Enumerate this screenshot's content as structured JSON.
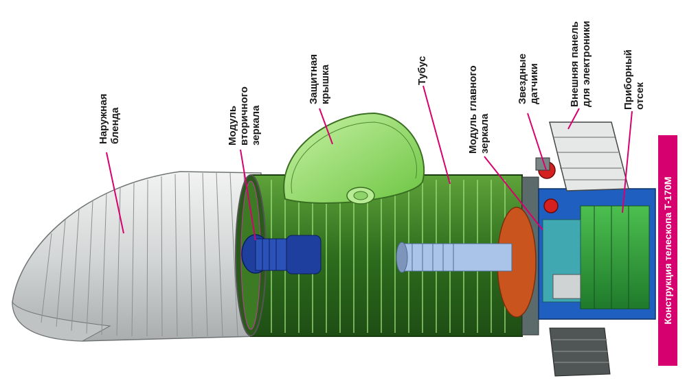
{
  "title": "Конструкция телескопа Т-170М",
  "labels": {
    "outer_hood": "Наружная\nбленда",
    "secondary_mirror": "Модуль\nвторичного\nзеркала",
    "protective_cover": "Защитная\nкрышка",
    "tube": "Тубус",
    "primary_mirror": "Модуль главного\nзеркала",
    "star_sensors": "Звездные\nдатчики",
    "electronics_panel": "Внешняя панель\nдля электроники",
    "instrument_bay": "Приборный\nотсек"
  },
  "colors": {
    "leader": "#d6006f",
    "hood": "#d9dcdc",
    "tube": "#2f6b1f",
    "tube_light": "#8fd46a",
    "cover": "#9be06b",
    "secondary": "#1e3f9e",
    "mirror": "#c9541e",
    "instrument": "#2f9a3a",
    "frame_blue": "#1f5fc0",
    "sensor": "#d52020"
  }
}
